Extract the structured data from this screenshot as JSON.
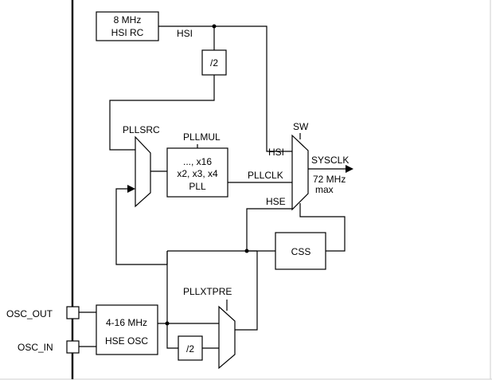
{
  "blocks": {
    "hsi_rc": {
      "line1": "8 MHz",
      "line2": "HSI RC"
    },
    "div2_top": {
      "label": "/2"
    },
    "pllsrc": {
      "label": "PLLSRC"
    },
    "pllmul": {
      "label": "PLLMUL",
      "line1": "..., x16",
      "line2": "x2, x3, x4",
      "line3": "PLL"
    },
    "sw": {
      "label": "SW"
    },
    "css": {
      "label": "CSS"
    },
    "pllxtpre": {
      "label": "PLLXTPRE"
    },
    "hse_osc": {
      "line1": "4-16 MHz",
      "line2": "HSE OSC"
    },
    "div2_bottom": {
      "label": "/2"
    }
  },
  "signals": {
    "hsi_top": "HSI",
    "hsi_mux": "HSI",
    "pllclk": "PLLCLK",
    "hse_mux": "HSE",
    "sysclk": "SYSCLK",
    "sysclk_max_1": "72 MHz",
    "sysclk_max_2": "max"
  },
  "pins": {
    "osc_out": "OSC_OUT",
    "osc_in": "OSC_IN"
  }
}
